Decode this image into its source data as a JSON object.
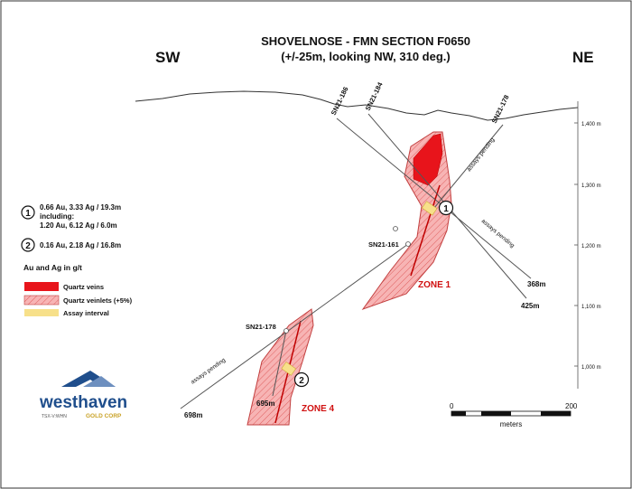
{
  "title": {
    "line1": "SHOVELNOSE - FMN SECTION F0650",
    "line2": "(+/-25m, looking NW, 310 deg.)"
  },
  "directions": {
    "left": "SW",
    "right": "NE"
  },
  "elevation_scale": [
    "1,400 m",
    "1,300 m",
    "1,200 m",
    "1,100 m",
    "1,000 m"
  ],
  "drillholes": [
    {
      "id": "SN21-186",
      "label": "SN21-186",
      "end": "368m",
      "note": "assays pending"
    },
    {
      "id": "SN21-184",
      "label": "SN21-184",
      "end": "425m"
    },
    {
      "id": "SN21-178-upper",
      "label": "SN21-178",
      "note": "assays pending"
    },
    {
      "id": "SN21-161",
      "label": "SN21-161",
      "end": "698m",
      "note": "assays pending"
    },
    {
      "id": "SN21-178-lower",
      "label": "SN21-178",
      "end": "695m"
    }
  ],
  "zones": {
    "zone1": "ZONE 1",
    "zone4": "ZONE 4"
  },
  "intercepts": [
    {
      "num": "1",
      "line1": "0.66 Au, 3.33 Ag / 19.3m",
      "line2": "including:",
      "line3": "1.20 Au, 6.12 Ag / 6.0m"
    },
    {
      "num": "2",
      "line1": "0.16 Au, 2.18 Ag / 16.8m"
    }
  ],
  "units_note": "Au and Ag in g/t",
  "legend": [
    {
      "label": "Quartz veins",
      "color": "#e8141b"
    },
    {
      "label": "Quartz veinlets (+5%)",
      "color": "#f4a6a6"
    },
    {
      "label": "Assay interval",
      "color": "#f7e08a"
    }
  ],
  "scale_bar": {
    "min": "0",
    "max": "200",
    "unit": "meters"
  },
  "logo": {
    "name": "westhaven",
    "sub": "GOLD CORP",
    "ticker": "TSX-V:WHN"
  },
  "colors": {
    "vein": "#e8141b",
    "veinlet": "#f4a6a6",
    "assay": "#f7e08a",
    "logo_blue": "#1f4e8c",
    "logo_gold": "#c9a227"
  }
}
